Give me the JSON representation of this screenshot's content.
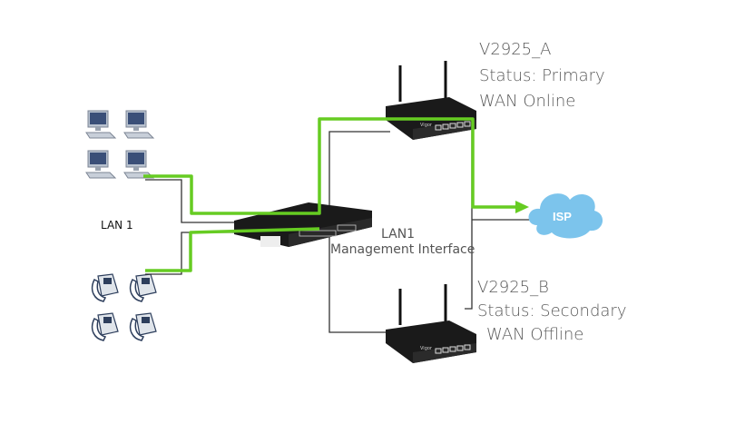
{
  "router_a": {
    "name": "V2925_A",
    "status": "Status: Primary",
    "wan": "WAN Online"
  },
  "router_b": {
    "name": "V2925_B",
    "status": "Status: Secondary",
    "wan": "WAN Offline"
  },
  "lan_label": "LAN 1",
  "switch_label": {
    "line1": "LAN1",
    "line2": "Management Interface"
  },
  "isp_label": "ISP",
  "colors": {
    "active_path": "#66cc22",
    "wire": "#333333",
    "cloud": "#7cc4ec",
    "device": "#1a1a1a"
  }
}
